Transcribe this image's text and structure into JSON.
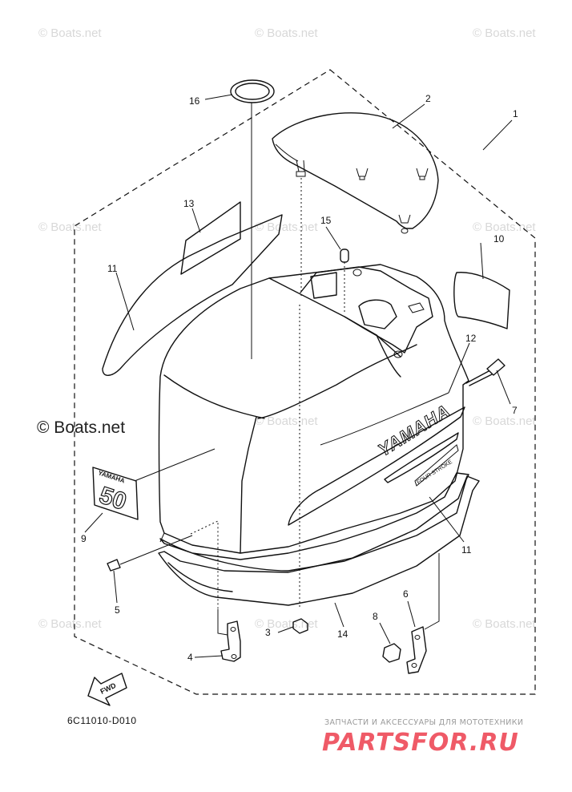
{
  "diagram": {
    "part_code": "6C11010-D010",
    "fwd_label": "FWD",
    "brand_text": "YAMAHA",
    "cowl_badge_text": "FOUR STROKE",
    "decal_9_brand": "YAMAHA",
    "decal_9_number": "50",
    "callouts": {
      "c1": "1",
      "c2": "2",
      "c3": "3",
      "c4": "4",
      "c5": "5",
      "c6": "6",
      "c7": "7",
      "c8": "8",
      "c9": "9",
      "c10": "10",
      "c11a": "11",
      "c11b": "11",
      "c12": "12",
      "c13": "13",
      "c14": "14",
      "c15": "15",
      "c16": "16"
    }
  },
  "watermarks": {
    "small": "© Boats.net",
    "large": "© Boats.net"
  },
  "footer": {
    "ru_caption": "ЗАПЧАСТИ И АКСЕССУАРЫ ДЛЯ МОТОТЕХНИКИ",
    "ru_logo": "PARTSFOR.RU"
  },
  "colors": {
    "line": "#111111",
    "watermark": "#d8d8d8",
    "logo_red": "#ef5a67"
  }
}
